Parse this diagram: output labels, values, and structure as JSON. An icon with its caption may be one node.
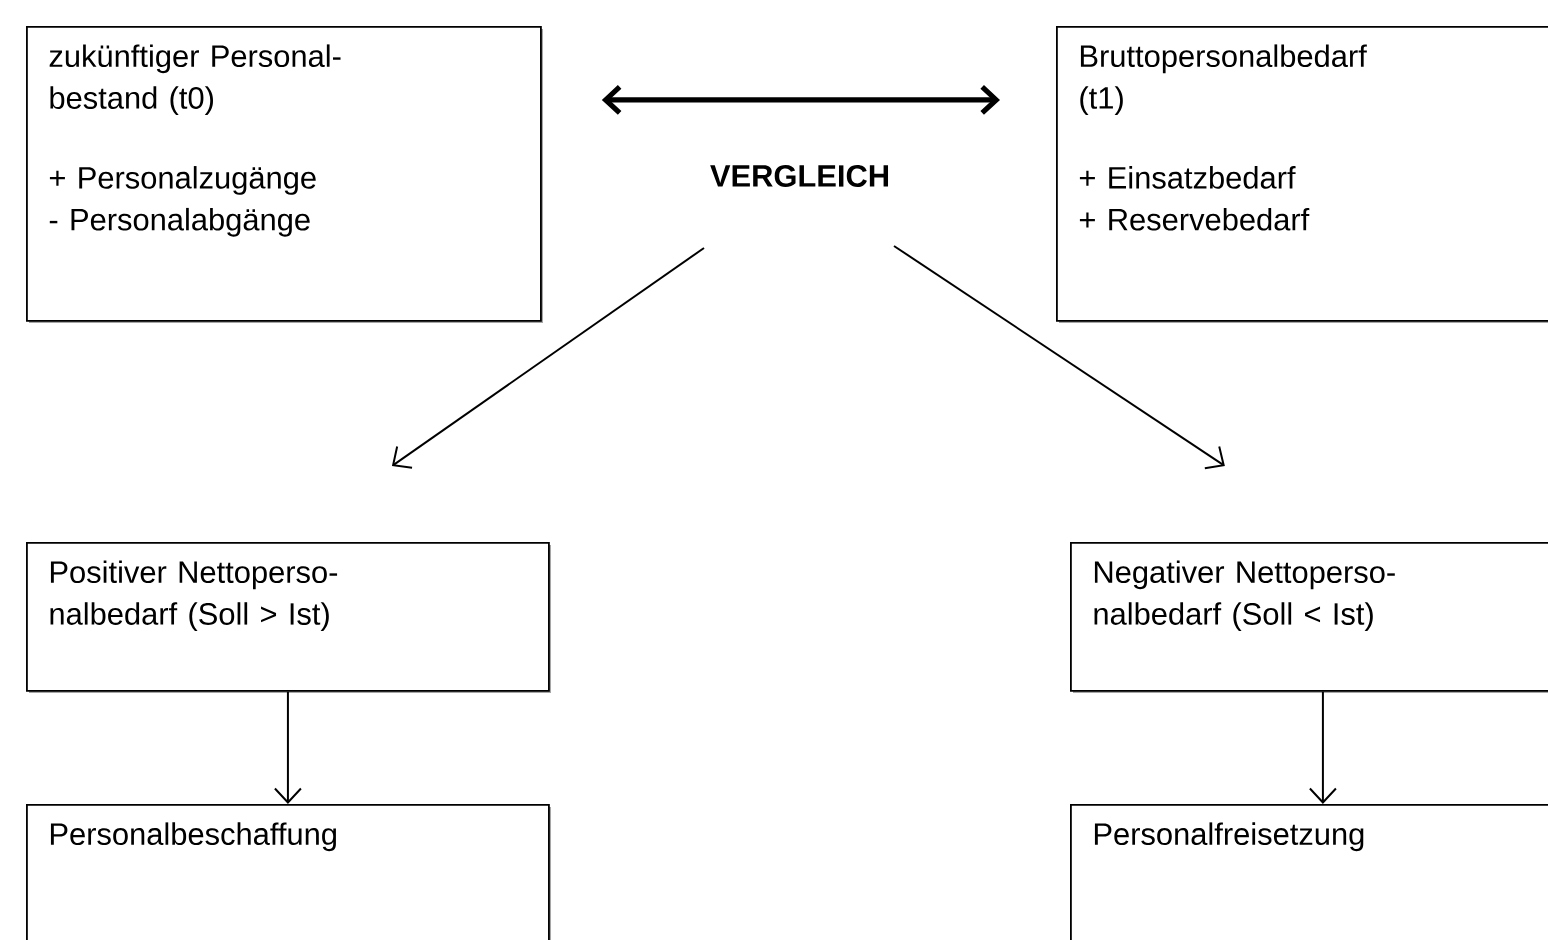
{
  "diagram": {
    "nodes": [
      {
        "text": [
          "zukünftiger Personal-bestand (t0)",
          "+ Personalzugänge",
          "- Personalabgänge"
        ]
      },
      {
        "text": [
          "Bruttopersonalbedarf (t1)",
          "+ Einsatzbedarf",
          "+ Reservebedarf"
        ]
      },
      {
        "text": [
          "VERGLEICH"
        ]
      },
      {
        "text": [
          "Positiver Nettoperso-nalbedarf (Soll > Ist)"
        ]
      },
      {
        "text": [
          "Negativer Nettoperso-nalbedarf (Soll < Ist)"
        ]
      },
      {
        "text": [
          "Personalbeschaffung"
        ]
      },
      {
        "text": [
          "Personalfreisetzung"
        ]
      }
    ],
    "edges": [
      {
        "from": 0,
        "to": 1,
        "arrow": "both",
        "style": "thick"
      },
      {
        "from": 2,
        "to": 3,
        "arrow": "to"
      },
      {
        "from": 2,
        "to": 4,
        "arrow": "to"
      },
      {
        "from": 3,
        "to": 5,
        "arrow": "to"
      },
      {
        "from": 4,
        "to": 6,
        "arrow": "to"
      }
    ]
  }
}
